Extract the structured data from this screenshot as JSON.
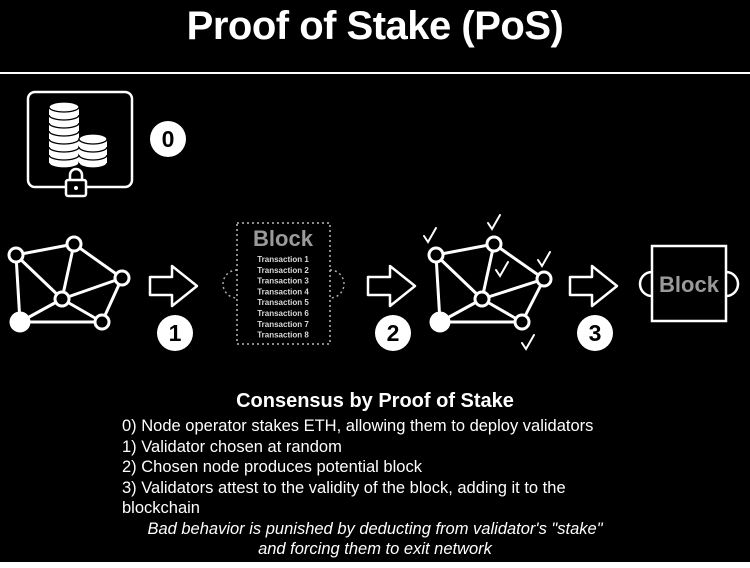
{
  "title": "Proof of Stake (PoS)",
  "steps": {
    "s0": "0",
    "s1": "1",
    "s2": "2",
    "s3": "3"
  },
  "block": {
    "label": "Block",
    "transactions": [
      "Transaction 1",
      "Transaction 2",
      "Transaction 3",
      "Transaction 4",
      "Transaction 5",
      "Transaction 6",
      "Transaction 7",
      "Transaction 8"
    ]
  },
  "final_block": {
    "label": "Block"
  },
  "description": {
    "heading": "Consensus by Proof of Stake",
    "lines": [
      "0) Node operator stakes ETH, allowing them to deploy validators",
      "1) Validator chosen at random",
      "2) Chosen node produces potential block",
      "3) Validators attest to the validity of the block, adding it to the blockchain"
    ],
    "note_lines": [
      "Bad behavior is punished by deducting from validator's \"stake\"",
      "and forcing them to exit network"
    ]
  },
  "colors": {
    "background": "#000000",
    "foreground": "#ffffff",
    "block_label": "#9a9a9a"
  }
}
